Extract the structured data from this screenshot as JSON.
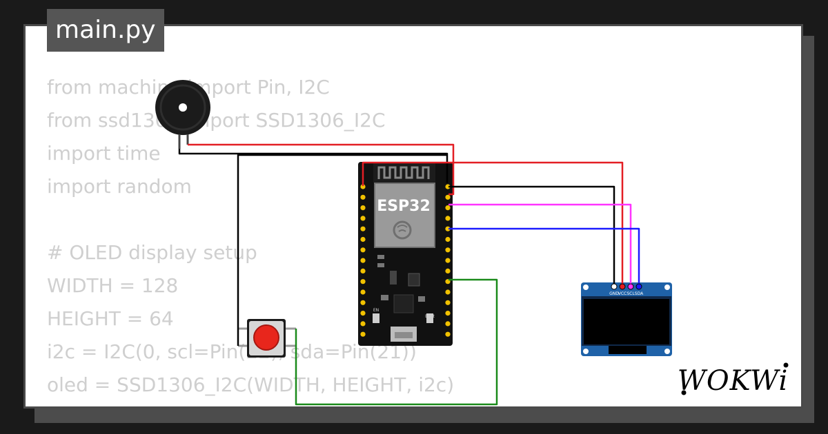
{
  "tab": {
    "filename": "main.py"
  },
  "code_lines": [
    "from machine import Pin, I2C",
    "from ssd1306 import SSD1306_I2C",
    "import time",
    "import random",
    "",
    "# OLED display setup",
    "WIDTH = 128",
    "HEIGHT = 64",
    "i2c = I2C(0, scl=Pin(22), sda=Pin(21))",
    "oled = SSD1306_I2C(WIDTH, HEIGHT, i2c)"
  ],
  "board": {
    "name": "ESP32",
    "boot_label": "Boot",
    "en_label": "EN"
  },
  "oled": {
    "pins": [
      "GND",
      "VCC",
      "SCL",
      "SDA"
    ]
  },
  "logo": {
    "text": "WOKWi"
  },
  "colors": {
    "red_wire": "#e31e24",
    "black_wire": "#000000",
    "magenta_wire": "#ff33ff",
    "blue_wire": "#1a1aff",
    "green_wire": "#1a8a1a",
    "button": "#e8261c",
    "oled_pcb": "#1f62a8"
  }
}
